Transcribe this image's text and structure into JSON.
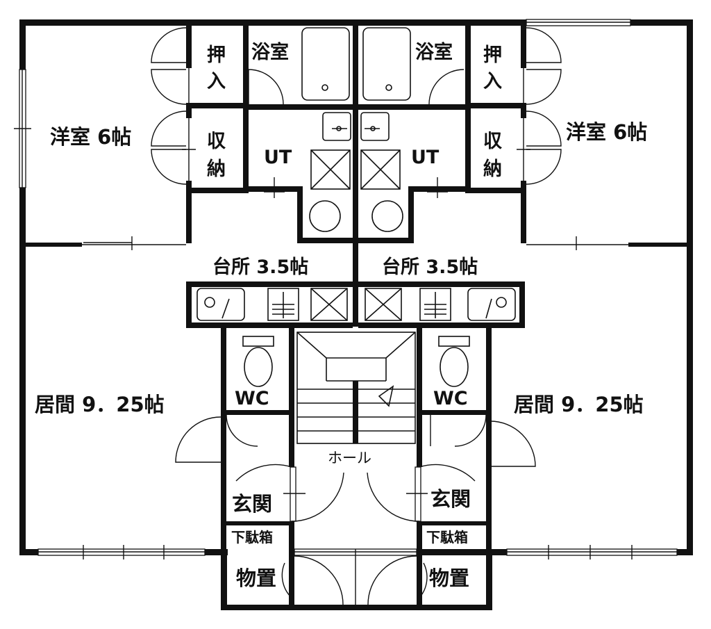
{
  "floor_plan": {
    "rooms": {
      "western_left": "洋室 6帖",
      "western_right": "洋室 6帖",
      "closet_oshiire_left": "押入",
      "closet_oshiire_right": "押入",
      "closet_shuno_left": "収納",
      "closet_shuno_right": "収納",
      "bath_left": "浴室",
      "bath_right": "浴室",
      "utility_left": "UT",
      "utility_right": "UT",
      "kitchen_left": "台所  3.5帖",
      "kitchen_right": "台所  3.5帖",
      "living_left": "居間  9．25帖",
      "living_right": "居間  9．25帖",
      "toilet_left": "WC",
      "toilet_right": "WC",
      "hall": "ホール",
      "entrance_left": "玄関",
      "entrance_right": "玄関",
      "shoebox_left": "下駄箱",
      "shoebox_right": "下駄箱",
      "storage_left": "物置",
      "storage_right": "物置"
    }
  }
}
